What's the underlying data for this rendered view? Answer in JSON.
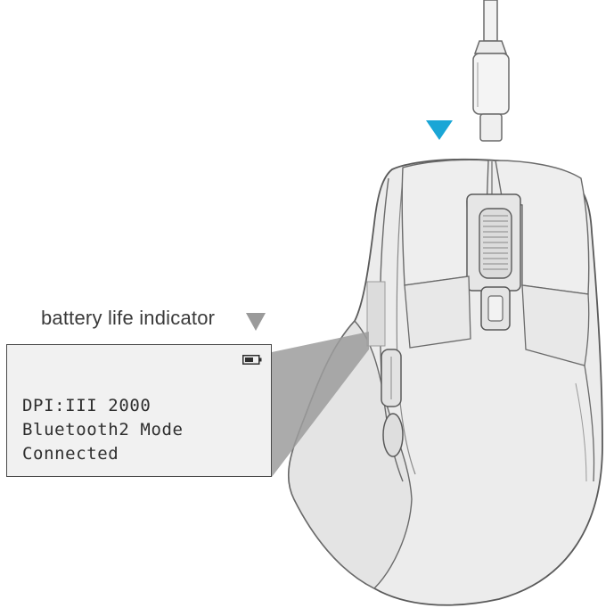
{
  "callout": {
    "label": "battery life indicator"
  },
  "lcd": {
    "lines": [
      "DPI:III 2000",
      "Bluetooth2 Mode",
      "Connected"
    ],
    "battery_icon": "battery-icon"
  },
  "colors": {
    "arrow_accent": "#1aa6d6",
    "pointer_gray": "#9a9a9a",
    "outline": "#5a5a5a",
    "mouse_fill": "#ececec",
    "panel_fill": "#f1f1f1"
  },
  "icons": {
    "cable_arrow": "down-triangle-icon",
    "label_arrow": "down-triangle-icon"
  }
}
